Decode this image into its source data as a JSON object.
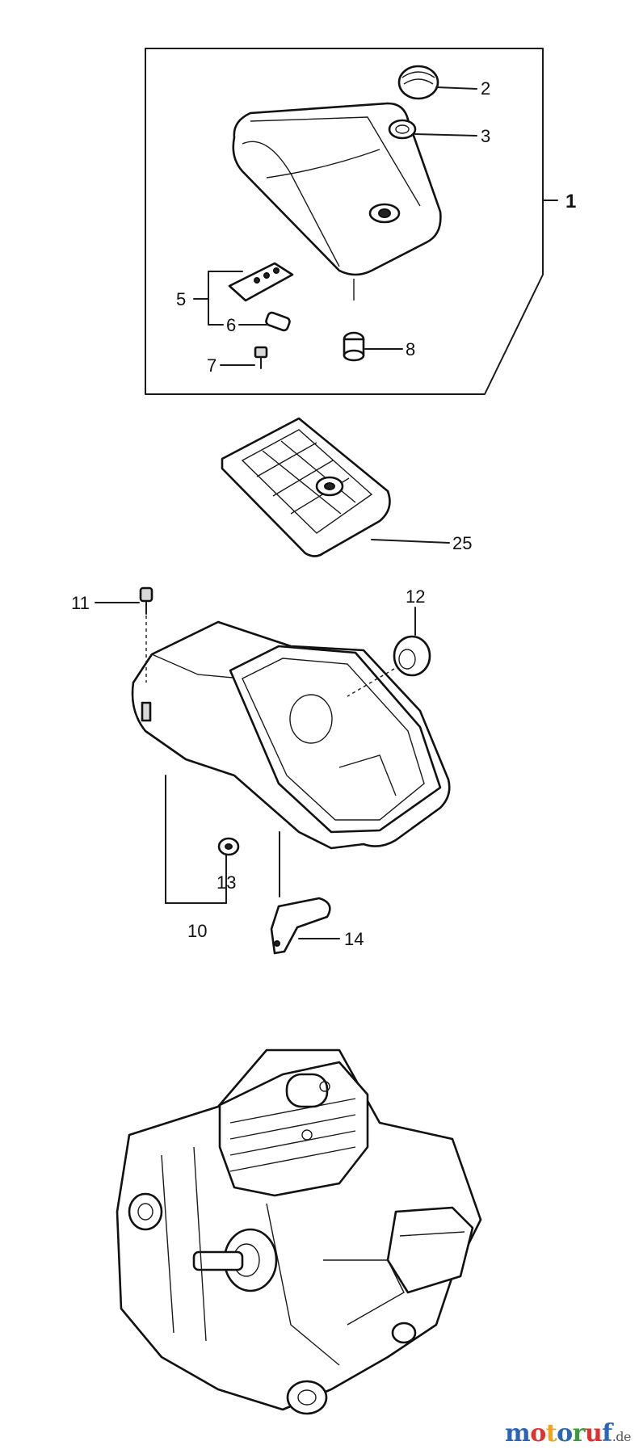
{
  "callouts": {
    "c1": "1",
    "c2": "2",
    "c3": "3",
    "c5": "5",
    "c6": "6",
    "c7": "7",
    "c8": "8",
    "c25": "25",
    "c11": "11",
    "c12": "12",
    "c13": "13",
    "c10": "10",
    "c14": "14"
  },
  "watermark": {
    "letters": [
      "m",
      "o",
      "t",
      "o",
      "r",
      "u",
      "f"
    ],
    "colors": [
      "#2a66b1",
      "#e0312f",
      "#f2a31b",
      "#2a66b1",
      "#3a9a3c",
      "#e0312f",
      "#2a66b1"
    ],
    "suffix": ".de",
    "name": "motoruf.de-logo"
  }
}
